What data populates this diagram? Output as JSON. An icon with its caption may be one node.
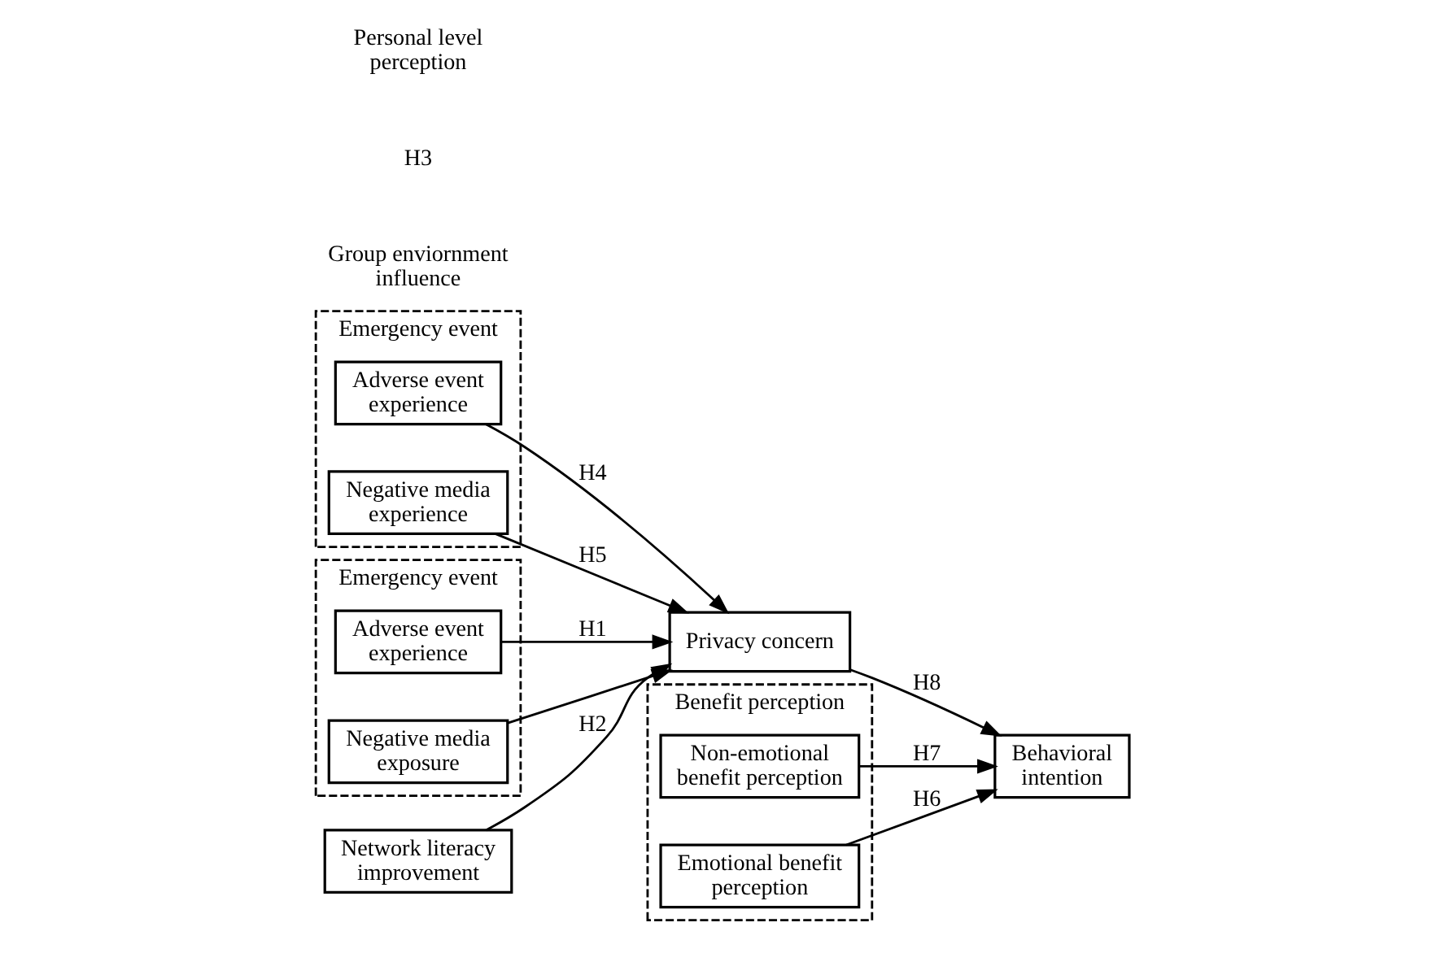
{
  "diagram": {
    "nodes": [
      {
        "text": [
          "Emergency event"
        ]
      },
      {
        "text": [
          "Adverse event experience"
        ],
        "in": 0
      },
      {
        "text": [
          "Negative media experience"
        ],
        "in": 0
      },
      {
        "text": [
          "Emergency event"
        ]
      },
      {
        "text": [
          "Adverse event experience"
        ],
        "in": 3
      },
      {
        "text": [
          "Negative media exposure"
        ],
        "in": 3
      },
      {
        "text": [
          "Network literacy improvement"
        ]
      },
      {
        "text": [
          "Privacy concern"
        ]
      },
      {
        "text": [
          "Benefit perception"
        ]
      },
      {
        "text": [
          "Non-emotional benefit perception"
        ],
        "in": 8
      },
      {
        "text": [
          "Emotional benefit perception"
        ],
        "in": 8
      },
      {
        "text": [
          "Behavioral intention"
        ]
      }
    ],
    "edges": [
      {
        "from": 1,
        "to": 7,
        "arrow": "to",
        "label": "H4"
      },
      {
        "from": 2,
        "to": 7,
        "arrow": "to",
        "label": "H5"
      },
      {
        "from": 4,
        "to": 7,
        "arrow": "to",
        "label": "H1"
      },
      {
        "from": 5,
        "to": 7,
        "arrow": "to"
      },
      {
        "from": 6,
        "to": 7,
        "arrow": "to",
        "label": "H2"
      },
      {
        "from": 7,
        "to": 11,
        "arrow": "to",
        "label": "H8"
      },
      {
        "from": 9,
        "to": 11,
        "arrow": "to",
        "label": "H7"
      },
      {
        "from": 10,
        "to": 11,
        "arrow": "to",
        "label": "H6"
      }
    ],
    "labels": [
      "Group enviornment influence",
      "H3",
      "Personal level perception"
    ]
  }
}
